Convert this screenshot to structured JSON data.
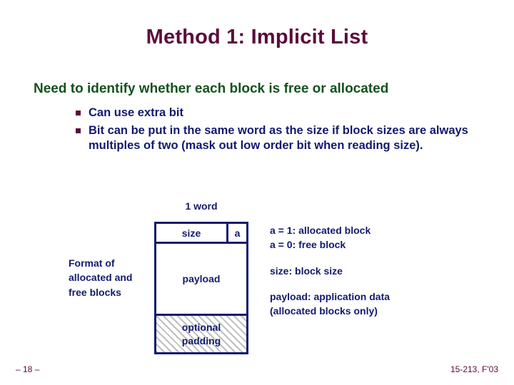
{
  "slide": {
    "title": "Method 1: Implicit List",
    "lead_line": "Need to identify whether each block is free or allocated",
    "bullets": [
      {
        "text": "Can use extra bit"
      },
      {
        "text": "Bit can be put in the same word as the size if block sizes are always multiples of two (mask out low order bit when reading size)."
      }
    ],
    "diagram": {
      "word_label": "1 word",
      "header": {
        "size_label": "size",
        "flag_label": "a"
      },
      "payload_label": "payload",
      "padding_label_line1": "optional",
      "padding_label_line2": "padding",
      "caption_line1": "Format of",
      "caption_line2": "allocated and",
      "caption_line3": "free blocks"
    },
    "annotations": {
      "a_allocated": "a = 1: allocated block",
      "a_free": "a = 0: free block",
      "size_meaning": "size: block size",
      "payload_meaning_line1": "payload: application data",
      "payload_meaning_line2": "(allocated blocks only)"
    },
    "footer": {
      "page": "– 18 –",
      "course": "15-213, F'03"
    },
    "colors": {
      "title": "#5b0b3c",
      "lead": "#14521c",
      "body": "#111b6e",
      "bullet_marker": "#5b0b3c",
      "hatch": "#bfbfbf",
      "background": "#ffffff"
    }
  }
}
